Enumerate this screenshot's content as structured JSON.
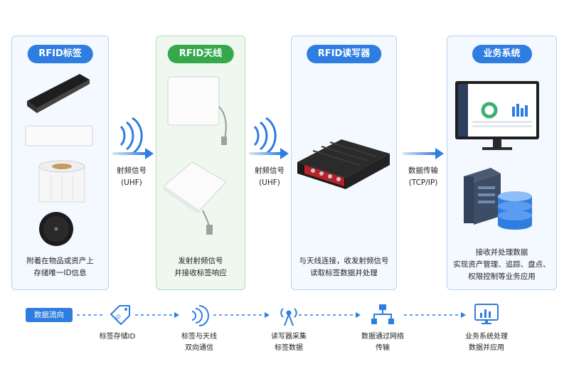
{
  "panels": [
    {
      "title": "RFID标签",
      "desc": [
        "附着在物品或资产上",
        "存储唯一ID信息"
      ]
    },
    {
      "title": "RFID天线",
      "desc": [
        "发射射频信号",
        "并接收标签响应"
      ]
    },
    {
      "title": "RFID读写器",
      "desc": [
        "与天线连接，收发射频信号",
        "读取标签数据并处理"
      ]
    },
    {
      "title": "业务系统",
      "desc": [
        "接收并处理数据",
        "实现资产管理、追踪、盘点、",
        "权限控制等业务应用"
      ]
    }
  ],
  "arrows": [
    {
      "label": "射频信号",
      "sub": "(UHF)"
    },
    {
      "label": "射频信号",
      "sub": "(UHF)"
    },
    {
      "label": "数据传输",
      "sub": "(TCP/IP)"
    }
  ],
  "flow": {
    "badge": "数据流向",
    "steps": [
      {
        "icon": "tag-icon",
        "lines": [
          "标签存储ID"
        ]
      },
      {
        "icon": "signal-icon",
        "lines": [
          "标签与天线",
          "双向通信"
        ]
      },
      {
        "icon": "antenna-tower-icon",
        "lines": [
          "读写器采集",
          "标签数据"
        ]
      },
      {
        "icon": "network-icon",
        "lines": [
          "数据通过网络",
          "传输"
        ]
      },
      {
        "icon": "monitor-chart-icon",
        "lines": [
          "业务系统处理",
          "数据并应用"
        ]
      }
    ]
  },
  "colors": {
    "blue": "#2e7de0",
    "green": "#35a84b",
    "panel_border": "#b9d3ee"
  }
}
